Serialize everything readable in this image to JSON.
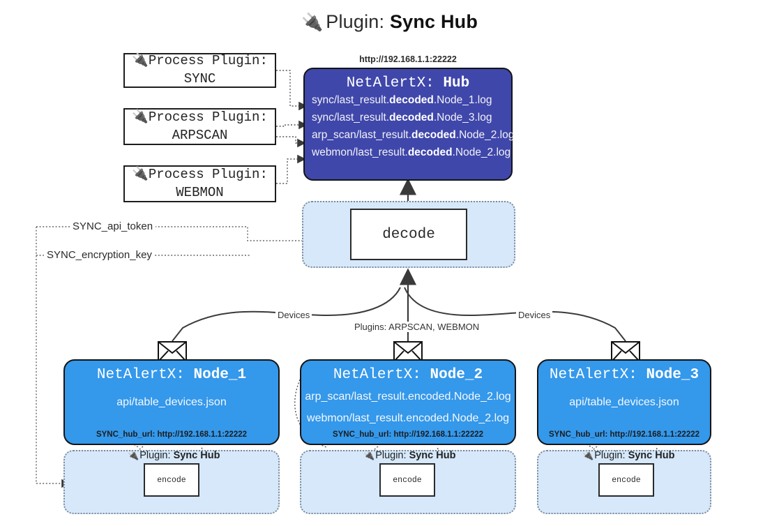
{
  "title": {
    "icon": "electric-plug-icon",
    "prefix": "Plugin:",
    "name": "Sync Hub"
  },
  "process_plugins": [
    {
      "icon": "electric-plug-icon",
      "line1": "Process Plugin:",
      "line2": "SYNC"
    },
    {
      "icon": "electric-plug-icon",
      "line1": "Process Plugin:",
      "line2": "ARPSCAN"
    },
    {
      "icon": "electric-plug-icon",
      "line1": "Process Plugin:",
      "line2": "WEBMON"
    }
  ],
  "hub": {
    "url": "http://192.168.1.1:22222",
    "title_prefix": "NetAlertX:",
    "title_name": "Hub",
    "rows": [
      {
        "pre": "sync/last_result.",
        "mid": "decoded",
        "post": ".Node_1.log"
      },
      {
        "pre": "sync/last_result.",
        "mid": "decoded",
        "post": ".Node_3.log"
      },
      {
        "pre": "arp_scan/last_result.",
        "mid": "decoded",
        "post": ".Node_2.log"
      },
      {
        "pre": "webmon/last_result.",
        "mid": "decoded",
        "post": ".Node_2.log"
      }
    ]
  },
  "decode": {
    "label": "decode"
  },
  "secrets": [
    {
      "label": "SYNC_api_token"
    },
    {
      "label": "SYNC_encryption_key"
    }
  ],
  "edge_labels": {
    "devices_left": "Devices",
    "devices_right": "Devices",
    "plugins_center": "Plugins: ARPSCAN, WEBMON"
  },
  "nodes": [
    {
      "title_prefix": "NetAlertX:",
      "title_name": "Node_1",
      "lines": [
        "api/table_devices.json"
      ],
      "url_label": "SYNC_hub_url:",
      "url_value": "http://192.168.1.1:22222",
      "envelope_icon": "envelope-icon"
    },
    {
      "title_prefix": "NetAlertX:",
      "title_name": "Node_2",
      "lines": [
        "arp_scan/last_result.encoded.Node_2.log",
        "webmon/last_result.encoded.Node_2.log"
      ],
      "url_label": "SYNC_hub_url:",
      "url_value": "http://192.168.1.1:22222",
      "envelope_icon": "envelope-icon"
    },
    {
      "title_prefix": "NetAlertX:",
      "title_name": "Node_3",
      "lines": [
        "api/table_devices.json"
      ],
      "url_label": "SYNC_hub_url:",
      "url_value": "http://192.168.1.1:22222",
      "envelope_icon": "envelope-icon"
    }
  ],
  "encoders": [
    {
      "plugin_icon": "electric-plug-icon",
      "plugin_prefix": "Plugin:",
      "plugin_name": "Sync Hub",
      "label": "encode"
    },
    {
      "plugin_icon": "electric-plug-icon",
      "plugin_prefix": "Plugin:",
      "plugin_name": "Sync Hub",
      "label": "encode"
    },
    {
      "plugin_icon": "electric-plug-icon",
      "plugin_prefix": "Plugin:",
      "plugin_name": "Sync Hub",
      "label": "encode"
    }
  ],
  "colors": {
    "hub_fill": "#3f47ab",
    "node_fill": "#3498eb",
    "container_fill": "#d6e8fa",
    "border": "#141414",
    "dotted": "#7d8a99"
  }
}
